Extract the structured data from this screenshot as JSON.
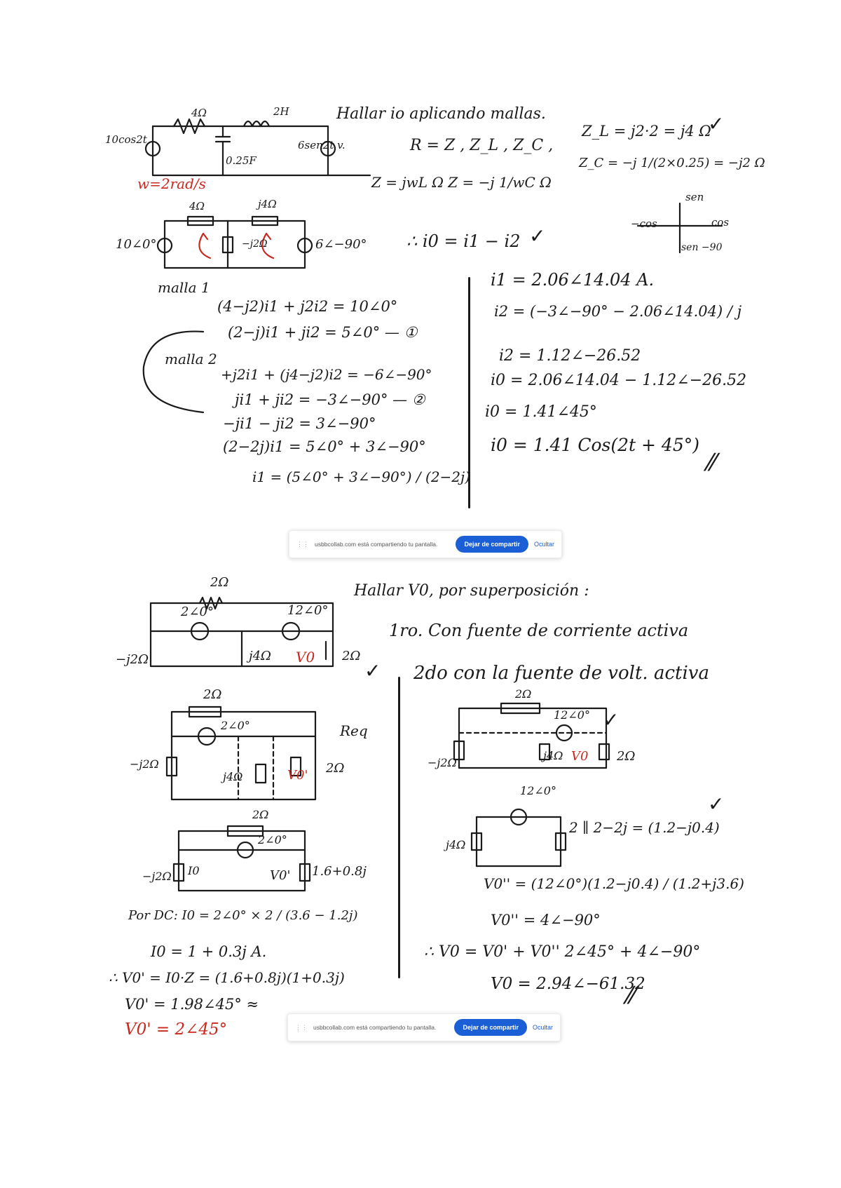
{
  "share_bar": {
    "message": "usbbcollab.com está compartiendo tu pantalla.",
    "stop_label": "Dejar de compartir",
    "hide_label": "Ocultar"
  },
  "part1": {
    "heading": "Hallar io aplicando mallas.",
    "source_left": "10cos2t",
    "source_right": "6sen2t v.",
    "r1": "4Ω",
    "l1": "2H",
    "c1": "0.25F",
    "omega": "w=2rad/s",
    "impedance_types": "R = Z , Z_L , Z_C ,",
    "impedance_formulas": "Z = jwL Ω    Z = −j 1/wC Ω",
    "zl": "Z_L = j2·2 = j4 Ω",
    "zc": "Z_C = −j 1/(2×0.25) = −j2 Ω",
    "phasor_left": "10∠0°",
    "phasor_right": "6∠−90°",
    "r_phasor": "4Ω",
    "l_phasor": "j4Ω",
    "c_phasor": "−j2Ω",
    "io_relation": "∴ i0 = i1 − i2",
    "mesh1_title": "malla 1",
    "mesh1_eq1": "(4−j2)i1 + j2i2 = 10∠0°",
    "mesh1_eq2": "(2−j)i1 + ji2 = 5∠0°  — ①",
    "mesh2_title": "malla 2",
    "mesh2_eq1": "+j2i1 + (j4−j2)i2 = −6∠−90°",
    "mesh2_eq2": "ji1 + ji2 = −3∠−90°  — ②",
    "mesh2_eq3": "−ji1 − ji2 = 3∠−90°",
    "sum_eq": "(2−2j)i1 = 5∠0° + 3∠−90°",
    "i1_expr": "i1 = (5∠0° + 3∠−90°) / (2−2j)",
    "r_i1": "i1 = 2.06∠14.04 A.",
    "r_i2_expr": "i2 = (−3∠−90° − 2.06∠14.04) / j",
    "r_i2": "i2 = 1.12∠−26.52",
    "r_io_expr": "i0 = 2.06∠14.04 − 1.12∠−26.52",
    "r_io_polar": "i0 = 1.41∠45°",
    "r_io_time": "i0 = 1.41 Cos(2t + 45°)",
    "axis_labels": [
      "sen",
      "−cos",
      "cos",
      "sen −90"
    ]
  },
  "part2": {
    "heading": "Hallar V0, por superposición :",
    "step1": "1ro. Con fuente de corriente activa",
    "step2": "2do con la fuente de volt. activa",
    "r_top": "2Ω",
    "i_src": "2∠0°",
    "v_src": "12∠0°",
    "cap": "−j2Ω",
    "ind": "j4Ω",
    "r_out": "2Ω",
    "vo": "V0",
    "req": "Req",
    "vo_prime": "V0'",
    "combo": "1.6+0.8j",
    "io_label": "I0",
    "by_dc": "Por DC: I0 = 2∠0° × 2 / (3.6 − 1.2j)",
    "io_result": "I0 = 1 + 0.3j A.",
    "vo1_expr": "∴ V0' = I0·Z = (1.6+0.8j)(1+0.3j)",
    "vo1_val": "V0' = 1.98∠45° ≈",
    "vo1_approx": "V0' = 2∠45°",
    "parallel": "2 ∥ 2−2j = (1.2−j0.4)",
    "vo2_expr": "V0'' = (12∠0°)(1.2−j0.4) / (1.2+j3.6)",
    "vo2_val": "V0'' = 4∠−90°",
    "total": "∴ V0 = V0' + V0''     2∠45° + 4∠−90°",
    "total_val": "V0 = 2.94∠−61.32"
  },
  "colors": {
    "ink": "#1a1a1a",
    "red_ink": "#c8281e",
    "button_blue": "#1a5fd6"
  }
}
